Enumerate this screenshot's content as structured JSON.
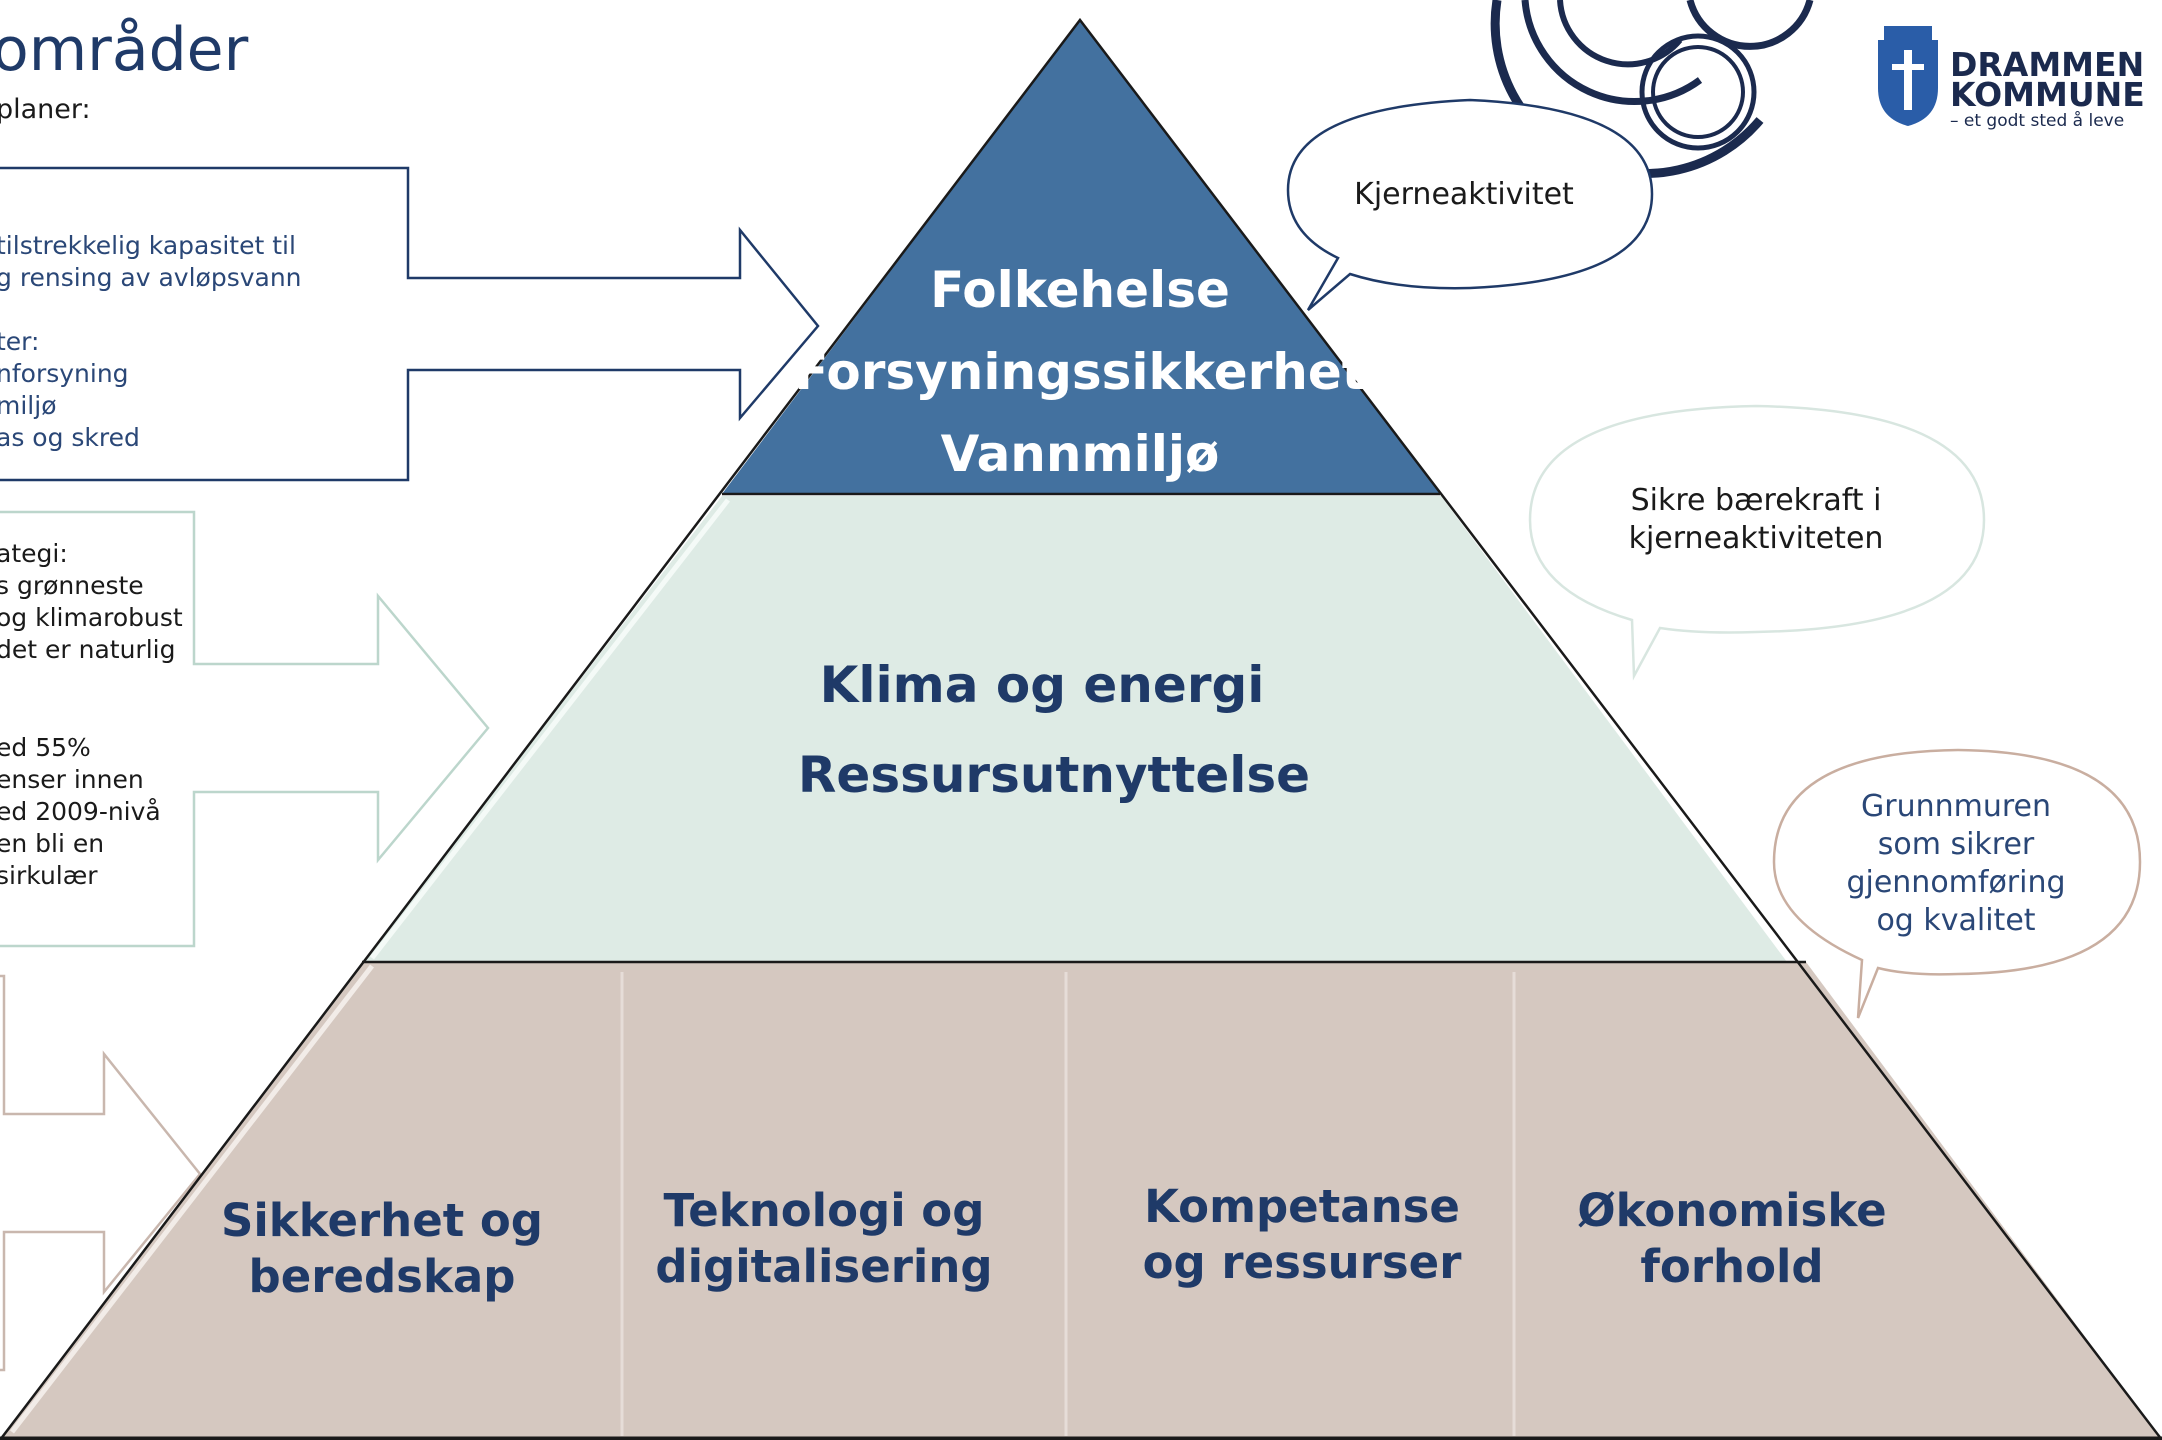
{
  "header": {
    "title": "områder",
    "subtitle": "planer:"
  },
  "left_panel": {
    "box1_lines": [
      "tilstrekkelig kapasitet til",
      "g rensing av avløpsvann"
    ],
    "box1b_lines": [
      "ter:",
      "nforsyning",
      "miljø",
      "as og skred"
    ],
    "box2_lines": [
      "ategi:",
      "s grønneste",
      "og klimarobust",
      "det er naturlig"
    ],
    "box2b_lines": [
      "ed 55%",
      "enser innen",
      "ed 2009-nivå",
      "en bli en",
      "sirkulær"
    ]
  },
  "pyramid": {
    "top_lines": [
      "Folkehelse",
      "Forsyningssikkerhet",
      "Vannmiljø"
    ],
    "middle_lines": [
      "Klima og energi",
      "Ressursutnyttelse"
    ],
    "base": [
      {
        "lines": [
          "Sikkerhet og",
          "beredskap"
        ]
      },
      {
        "lines": [
          "Teknologi og",
          "digitalisering"
        ]
      },
      {
        "lines": [
          "Kompetanse",
          "og ressurser"
        ]
      },
      {
        "lines": [
          "Økonomiske",
          "forhold"
        ]
      }
    ]
  },
  "bubbles": {
    "core": "Kjerneaktivitet",
    "sustain_lines": [
      "Sikre bærekraft i",
      "kjerneaktiviteten"
    ],
    "foundation_lines": [
      "Grunnmuren",
      "som sikrer",
      "gjennomføring",
      "og kvalitet"
    ]
  },
  "logo": {
    "line1": "DRAMMEN",
    "line2": "KOMMUNE",
    "tagline": "– et godt sted å leve"
  },
  "colors": {
    "top": "#43719f",
    "middle": "#deebe5",
    "base": "#d5c8c0",
    "navy": "#1f3a68"
  }
}
